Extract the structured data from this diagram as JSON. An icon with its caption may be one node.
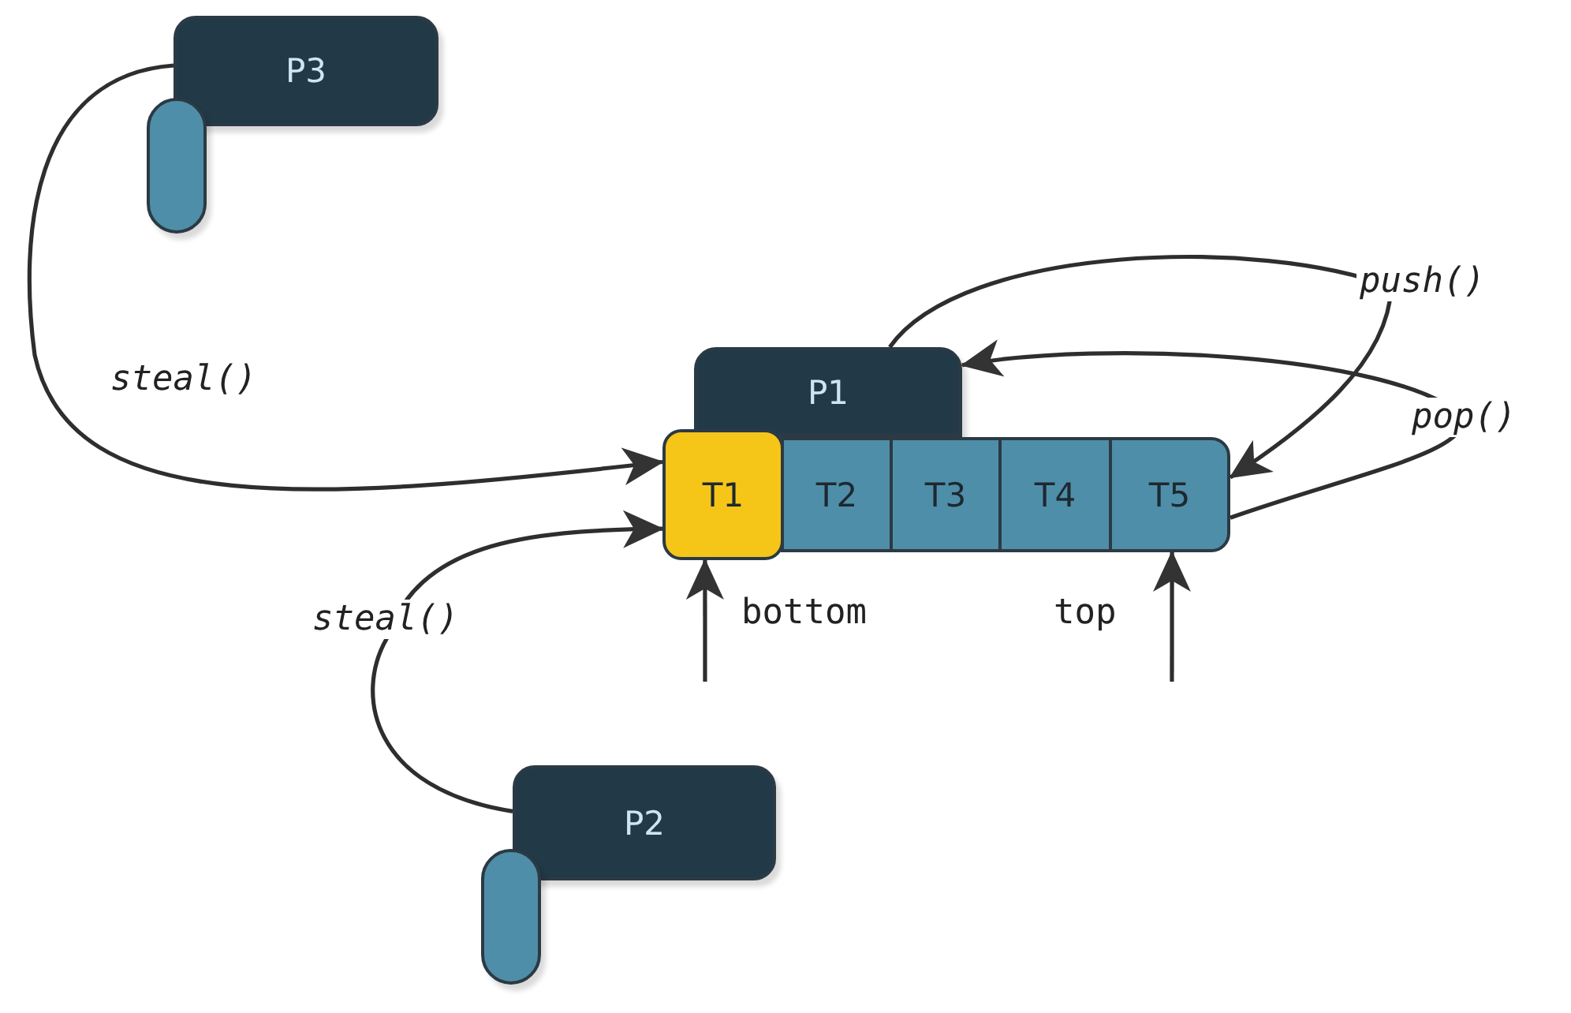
{
  "diagram": {
    "nodes": [
      {
        "text": [
          "P3"
        ]
      },
      {
        "text": [
          "P1"
        ]
      },
      {
        "text": [
          "T1"
        ]
      },
      {
        "text": [
          "T2"
        ]
      },
      {
        "text": [
          "T3"
        ]
      },
      {
        "text": [
          "T4"
        ]
      },
      {
        "text": [
          "T5"
        ]
      },
      {
        "text": [
          "P2"
        ]
      },
      {
        "text": [],
        "shape": "bar"
      },
      {
        "text": [],
        "shape": "bar"
      }
    ],
    "edges": [
      {
        "from": 0,
        "to": 2,
        "arrow": "to",
        "label": "steal()"
      },
      {
        "from": 7,
        "to": 2,
        "arrow": "to",
        "label": "steal()"
      },
      {
        "from": 1,
        "to": 6,
        "arrow": "to",
        "label": "push()"
      },
      {
        "from": 6,
        "to": 1,
        "arrow": "to",
        "label": "pop()"
      },
      {
        "from": null,
        "to": 2,
        "arrow": "to"
      },
      {
        "from": null,
        "to": 6,
        "arrow": "to"
      }
    ],
    "labels": [
      "bottom",
      "top"
    ]
  }
}
